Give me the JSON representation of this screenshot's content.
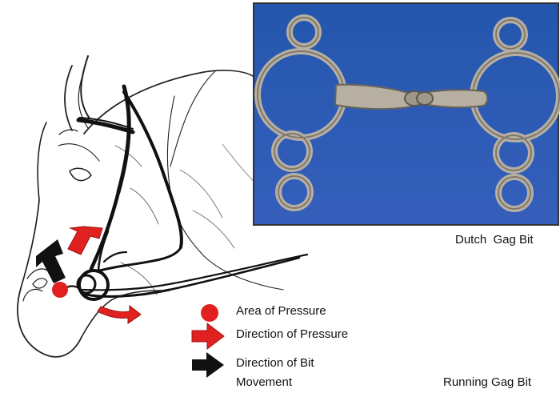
{
  "captions": {
    "dutch_gag_bit": "Dutch  Gag Bit",
    "running_gag_bit": "Running Gag Bit"
  },
  "legend": {
    "items": [
      {
        "label": "Area of Pressure",
        "icon": "red-dot-icon"
      },
      {
        "label": "Direction of Pressure",
        "icon": "red-arrow-icon"
      },
      {
        "label": "Direction of Bit",
        "icon": "black-arrow-icon"
      },
      {
        "label": "Movement",
        "icon": ""
      }
    ]
  },
  "colors": {
    "pressure_red": "#e12020",
    "movement_black": "#111111",
    "photo_background": "#2c5fb6",
    "metal": "#b8b1a3"
  }
}
